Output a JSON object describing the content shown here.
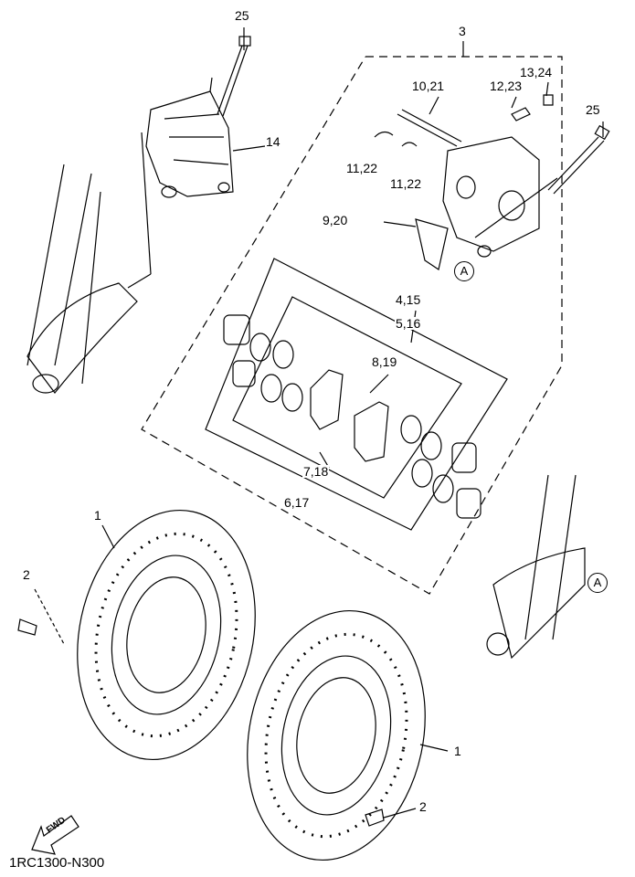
{
  "diagram_code": "1RC1300-N300",
  "fwd_label": "FWD",
  "ref_marker": "A",
  "labels": {
    "bolt_top_left": "25",
    "caliper_assembly": "3",
    "caliper_cap": "13,24",
    "pin": "10,21",
    "bleed_screw": "12,23",
    "bolt_right": "25",
    "caliper_left": "14",
    "clip_a": "11,22",
    "clip_b": "11,22",
    "pad_spring": "9,20",
    "piston_small": "4,15",
    "seal_small": "5,16",
    "pad_kit": "8,19",
    "seal_large": "7,18",
    "piston_large": "6,17",
    "disc_left": "1",
    "bolt_disc_left": "2",
    "disc_right": "1",
    "bolt_disc_right": "2"
  }
}
